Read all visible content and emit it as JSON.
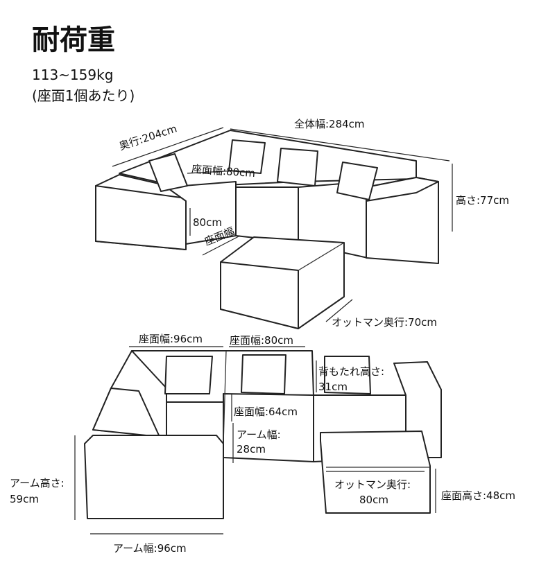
{
  "title": "耐荷重",
  "load_capacity": "113~159kg",
  "load_note": "(座面1個あたり)",
  "top_view": {
    "total_width": "全体幅:284cm",
    "depth": "奥行:204cm",
    "seat_width": "座面幅:80cm",
    "seat_depth_value": "80cm",
    "seat_depth_label": "座面幅",
    "height": "高さ:77cm",
    "ottoman_depth": "オットマン奥行:70cm"
  },
  "front_view": {
    "seat_width_96": "座面幅:96cm",
    "seat_width_80": "座面幅:80cm",
    "backrest_height_label": "背もたれ高さ:",
    "backrest_height_value": "31cm",
    "seat_width_64": "座面幅:64cm",
    "arm_width_label": "アーム幅:",
    "arm_width_value": "28cm",
    "arm_height_label": "アーム高さ:",
    "arm_height_value": "59cm",
    "ottoman_depth_label": "オットマン奥行:",
    "ottoman_depth_value": "80cm",
    "seat_height": "座面高さ:48cm",
    "arm_width_96": "アーム幅:96cm"
  }
}
